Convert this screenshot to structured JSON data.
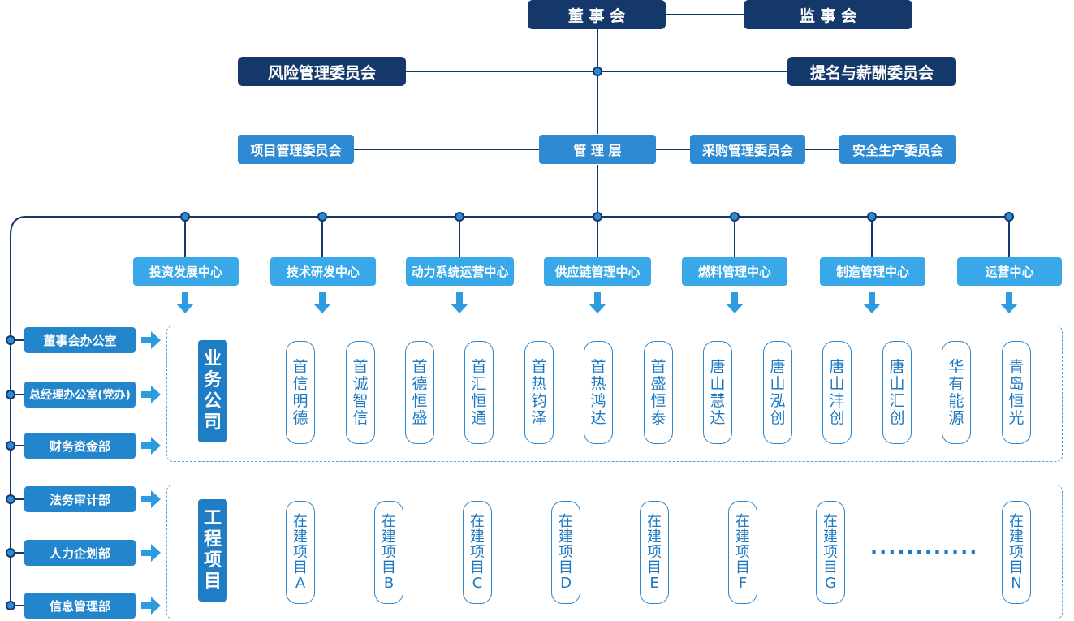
{
  "board": "董 事 会",
  "supervisory_board": "监 事 会",
  "risk_committee": "风险管理委员会",
  "nomination_committee": "提名与薪酬委员会",
  "management": "管 理 层",
  "project_committee": "项目管理委员会",
  "procurement_committee": "采购管理委员会",
  "safety_committee": "安全生产委员会",
  "centers": [
    "投资发展中心",
    "技术研发中心",
    "动力系统运营中心",
    "供应链管理中心",
    "燃料管理中心",
    "制造管理中心",
    "运营中心"
  ],
  "departments": [
    "董事会办公室",
    "总经理办公室(党办)",
    "财务资金部",
    "法务审计部",
    "人力企划部",
    "信息管理部"
  ],
  "business_label": "业务公司",
  "companies": [
    "首信明德",
    "首诚智信",
    "首德恒盛",
    "首汇恒通",
    "首热钧泽",
    "首热鸿达",
    "首盛恒泰",
    "唐山慧达",
    "唐山泓创",
    "唐山沣创",
    "唐山汇创",
    "华有能源",
    "青岛恒光"
  ],
  "engineering_label": "工程项目",
  "projects": [
    "在建项目A",
    "在建项目B",
    "在建项目C",
    "在建项目D",
    "在建项目E",
    "在建项目F",
    "在建项目G",
    "在建项目N"
  ],
  "ellipsis": "············"
}
